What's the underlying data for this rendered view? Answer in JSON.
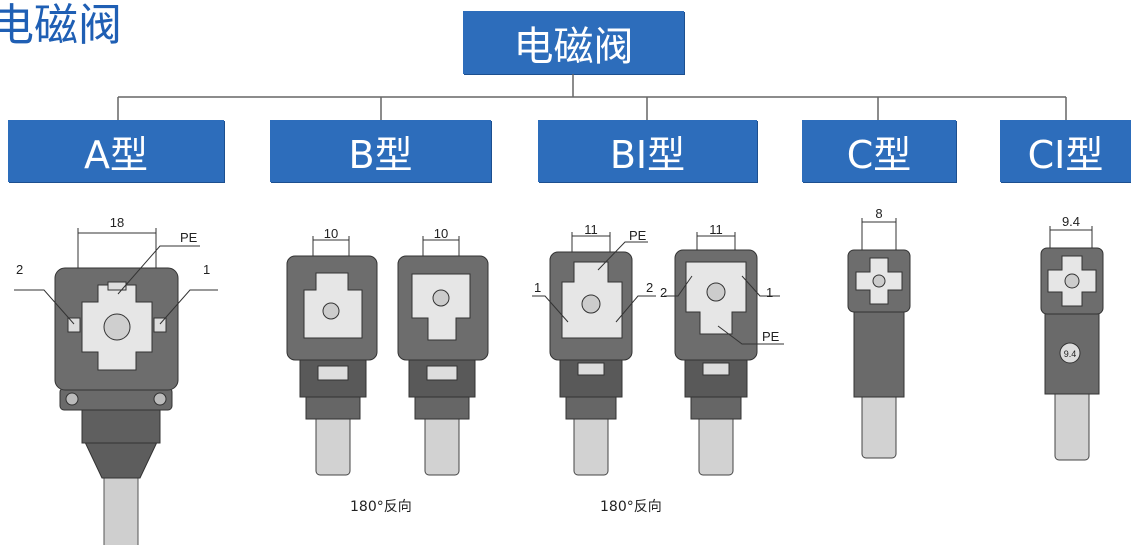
{
  "corner_title": "电磁阀",
  "root": {
    "label": "电磁阀"
  },
  "types": [
    {
      "label": "A型"
    },
    {
      "label": "B型"
    },
    {
      "label": "BI型"
    },
    {
      "label": "C型"
    },
    {
      "label": "CI型"
    }
  ],
  "dimensions": {
    "a_width": "18",
    "b_width_1": "10",
    "b_width_2": "10",
    "bi_width_1": "11",
    "bi_width_2": "11",
    "c_width": "8",
    "ci_width": "9.4",
    "ci_badge": "9.4"
  },
  "pin_labels": {
    "pe": "PE",
    "pin1": "1",
    "pin2": "2"
  },
  "captions": {
    "b_reverse": "180°反向",
    "bi_reverse": "180°反向"
  },
  "colors": {
    "header_blue": "#2d6dbb",
    "title_blue": "#1f5fb4",
    "connector_gray": "#6d6d6d",
    "cable_gray": "#c9c9c9"
  }
}
